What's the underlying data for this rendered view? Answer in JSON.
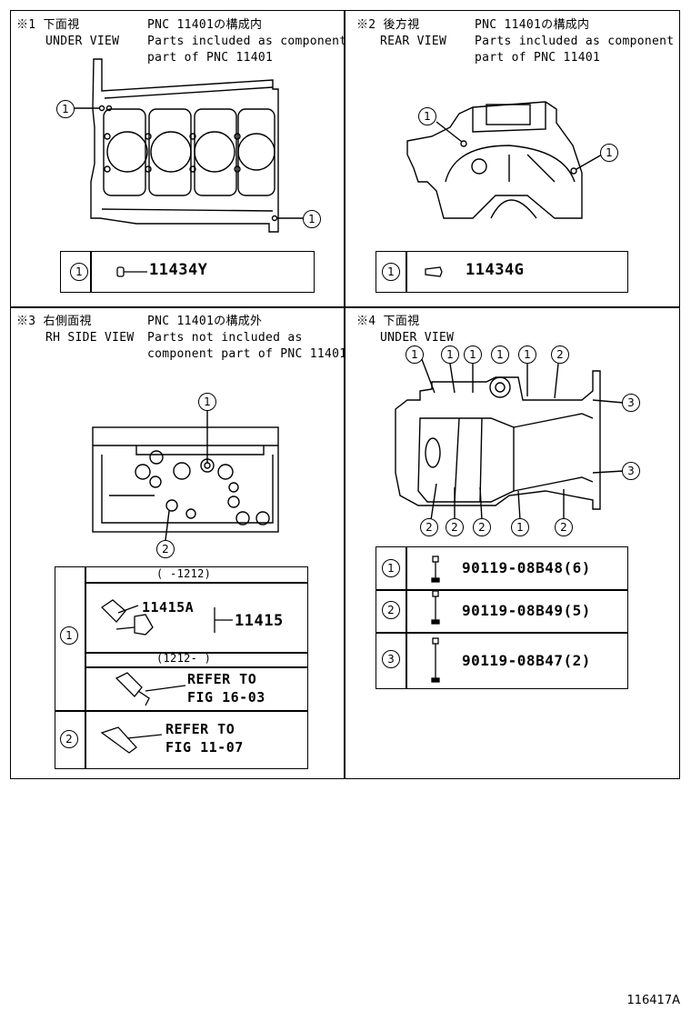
{
  "panel1": {
    "mark": "※1 下面視",
    "view": "UNDER VIEW",
    "pnc": "PNC 11401の構成内",
    "desc1": "Parts included as component",
    "desc2": "part of PNC 11401",
    "callout": "1",
    "part_no": "11434Y"
  },
  "panel2": {
    "mark": "※2 後方視",
    "view": "REAR VIEW",
    "pnc": "PNC 11401の構成内",
    "desc1": "Parts included as component",
    "desc2": "part of PNC 11401",
    "callout": "1",
    "part_no": "11434G"
  },
  "panel3": {
    "mark": "※3 右側面視",
    "view": "RH SIDE VIEW",
    "pnc": "PNC 11401の構成外",
    "desc1": "Parts not included as",
    "desc2": "component part of PNC 11401",
    "callout1": "1",
    "callout2": "2",
    "range1": "(      -1212)",
    "sub_part": "11415A",
    "main_part": "11415",
    "range2": "(1212-      )",
    "refer_a1": "REFER TO",
    "refer_a2": "FIG 16-03",
    "refer_b1": "REFER TO",
    "refer_b2": "FIG 11-07"
  },
  "panel4": {
    "mark": "※4 下面視",
    "view": "UNDER VIEW",
    "callout1": "1",
    "callout2": "2",
    "callout3": "3",
    "parts": [
      {
        "no": "1",
        "part": "90119-08B48(6)"
      },
      {
        "no": "2",
        "part": "90119-08B49(5)"
      },
      {
        "no": "3",
        "part": "90119-08B47(2)"
      }
    ]
  },
  "footer": "116417A"
}
